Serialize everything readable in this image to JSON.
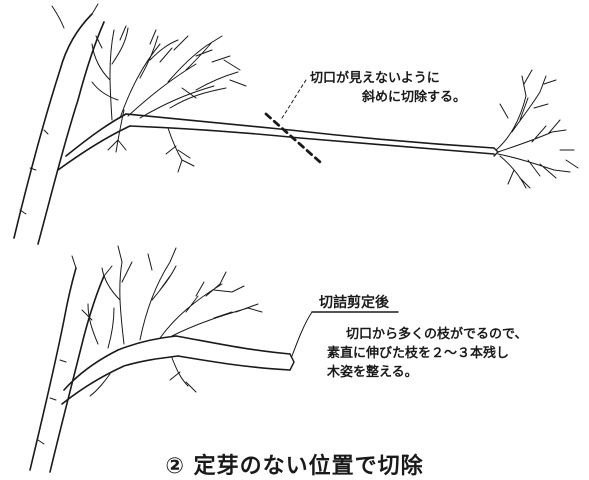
{
  "annotation_top": {
    "line1": "切口が見えないように",
    "line2": "斜めに切除する。"
  },
  "annotation_bottom": {
    "heading": "切詰剪定後",
    "line1": "切口から多くの枝がでるので、",
    "line2": "素直に伸びた枝を２～３本残し",
    "line3": "木姿を整える。"
  },
  "caption": "② 定芽のない位置で切除",
  "colors": {
    "ink": "#1a1a1a",
    "background": "#ffffff"
  }
}
